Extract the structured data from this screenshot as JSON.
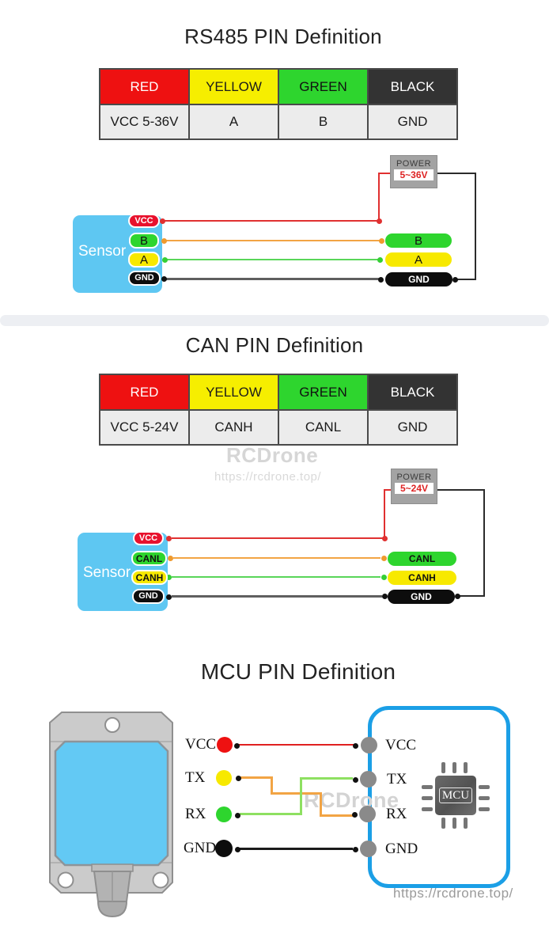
{
  "rs485": {
    "title": "RS485 PIN Definition",
    "table": {
      "headers": [
        "RED",
        "YELLOW",
        "GREEN",
        "BLACK"
      ],
      "values": [
        "VCC 5-36V",
        "A",
        "B",
        "GND"
      ]
    },
    "power": {
      "label": "POWER",
      "voltage": "5~36V"
    },
    "sensor": {
      "label": "Sensor",
      "pins": [
        "VCC",
        "B",
        "A",
        "GND"
      ]
    },
    "right_pins": [
      "B",
      "A",
      "GND"
    ]
  },
  "can": {
    "title": "CAN PIN Definition",
    "table": {
      "headers": [
        "RED",
        "YELLOW",
        "GREEN",
        "BLACK"
      ],
      "values": [
        "VCC 5-24V",
        "CANH",
        "CANL",
        "GND"
      ]
    },
    "power": {
      "label": "POWER",
      "voltage": "5~24V"
    },
    "sensor": {
      "label": "Sensor",
      "pins": [
        "VCC",
        "CANL",
        "CANH",
        "GND"
      ]
    },
    "right_pins": [
      "CANL",
      "CANH",
      "GND"
    ]
  },
  "mcu": {
    "title": "MCU PIN Definition",
    "sensor_pins": [
      "VCC",
      "TX",
      "RX",
      "GND"
    ],
    "board_pins": [
      "VCC",
      "TX",
      "RX",
      "GND"
    ],
    "chip_label": "MCU"
  },
  "watermark": {
    "brand": "RCDrone",
    "url": "https://rcdrone.top/"
  },
  "colors": {
    "header_red": "#ee1111",
    "header_yellow": "#f6ee00",
    "header_green": "#2ed52e",
    "header_black": "#333333",
    "pill_red": "#e8112d",
    "pill_green": "#2ed52e",
    "pill_yellow": "#f7e900",
    "pill_black": "#0d0d0d",
    "wire_red": "#e03030",
    "wire_orange": "#f2a444",
    "wire_green": "#59d659",
    "wire_gray": "#5f5f5f",
    "sensor_blue": "#5ec7f2",
    "board_blue": "#1b9fe6",
    "power_gray": "#a3a3a3"
  }
}
